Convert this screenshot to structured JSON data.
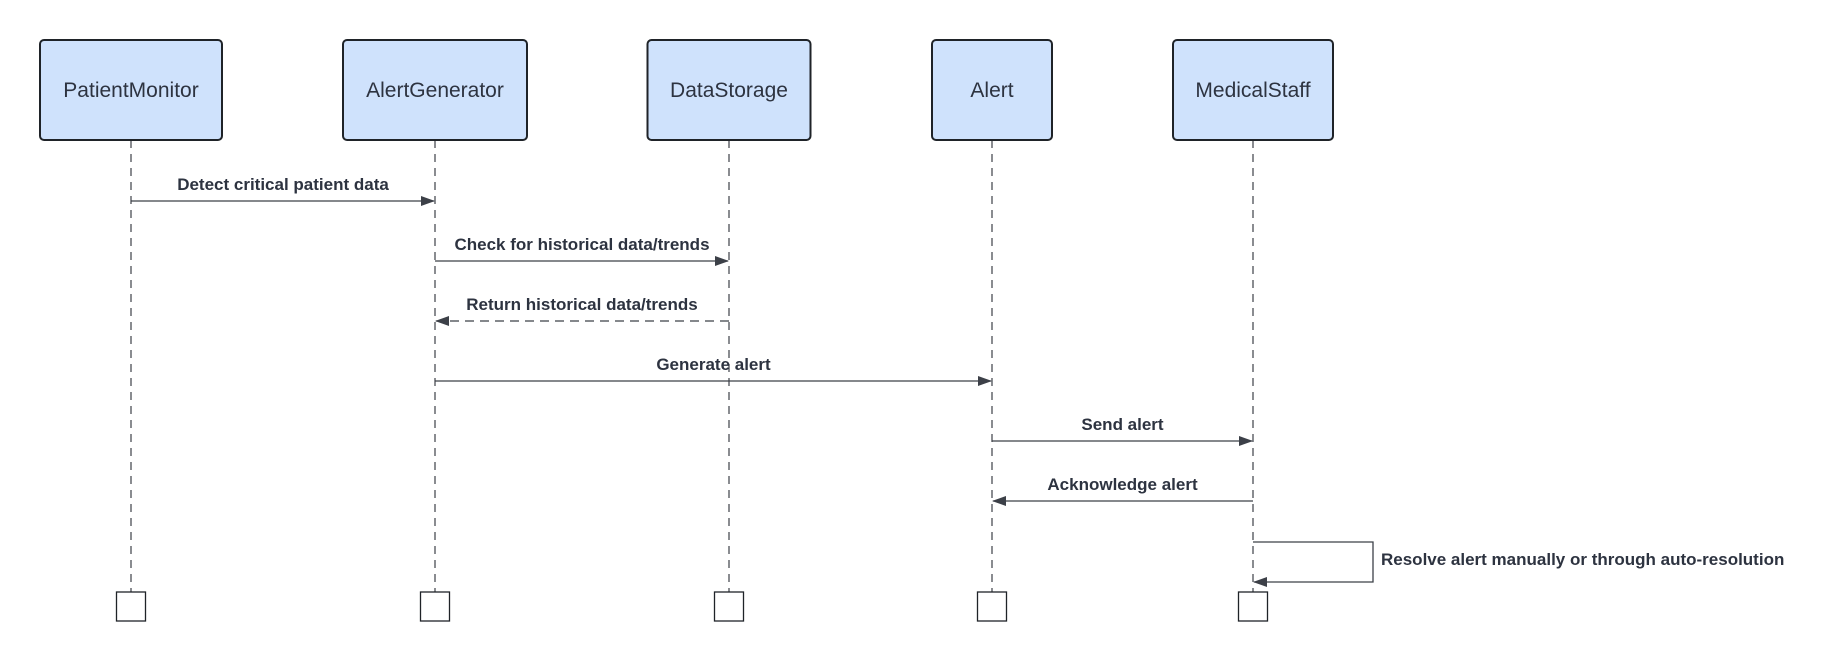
{
  "diagram": {
    "type": "sequence",
    "colors": {
      "actor_fill": "#cfe2fc",
      "actor_stroke": "#1f2328",
      "line": "#3c4048",
      "text": "#2d3340"
    },
    "actors": [
      {
        "id": "patient_monitor",
        "label": "PatientMonitor"
      },
      {
        "id": "alert_generator",
        "label": "AlertGenerator"
      },
      {
        "id": "data_storage",
        "label": "DataStorage"
      },
      {
        "id": "alert",
        "label": "Alert"
      },
      {
        "id": "medical_staff",
        "label": "MedicalStaff"
      }
    ],
    "messages": [
      {
        "from": "patient_monitor",
        "to": "alert_generator",
        "label": "Detect critical patient data",
        "style": "solid"
      },
      {
        "from": "alert_generator",
        "to": "data_storage",
        "label": "Check for historical data/trends",
        "style": "solid"
      },
      {
        "from": "data_storage",
        "to": "alert_generator",
        "label": "Return historical data/trends",
        "style": "dashed"
      },
      {
        "from": "alert_generator",
        "to": "alert",
        "label": "Generate alert",
        "style": "solid"
      },
      {
        "from": "alert",
        "to": "medical_staff",
        "label": "Send alert",
        "style": "solid"
      },
      {
        "from": "medical_staff",
        "to": "alert",
        "label": "Acknowledge alert",
        "style": "solid"
      },
      {
        "from": "medical_staff",
        "to": "medical_staff",
        "label": "Resolve alert manually or through auto-resolution",
        "style": "solid"
      }
    ]
  }
}
